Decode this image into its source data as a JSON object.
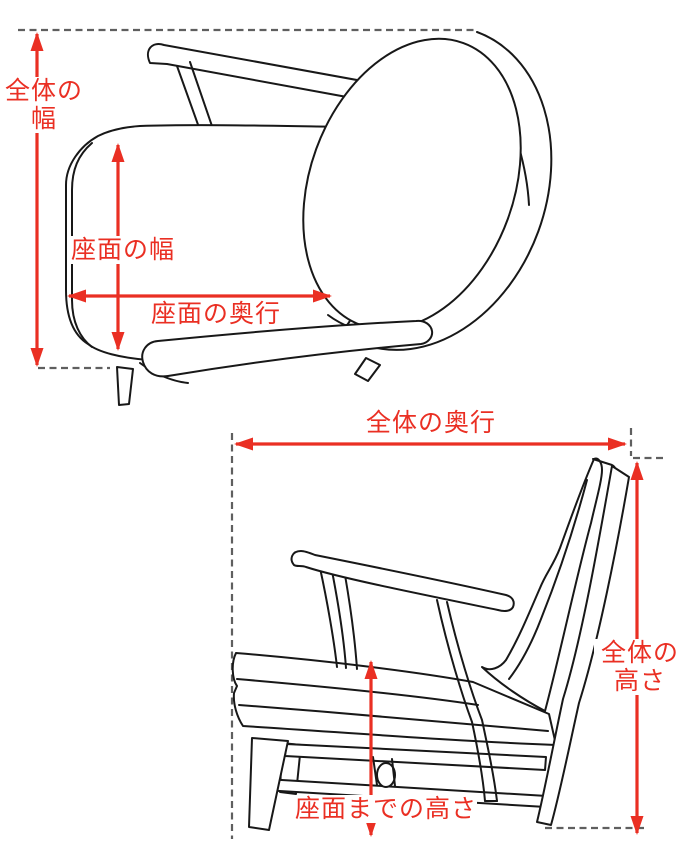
{
  "palette": {
    "annotation_red": "#ea2f23",
    "line_black": "#181818",
    "guide_gray": "#5f5f5f",
    "page_bg": "#ffffff"
  },
  "top_view": {
    "dimensions": {
      "overall_width": {
        "label": "全体の幅"
      },
      "seat_width": {
        "label": "座面の幅"
      },
      "seat_depth": {
        "label": "座面の奥行"
      }
    }
  },
  "side_view": {
    "dimensions": {
      "overall_depth": {
        "label": "全体の奥行"
      },
      "overall_height": {
        "label": "全体の高さ"
      },
      "seat_height": {
        "label": "座面までの高さ"
      }
    }
  }
}
